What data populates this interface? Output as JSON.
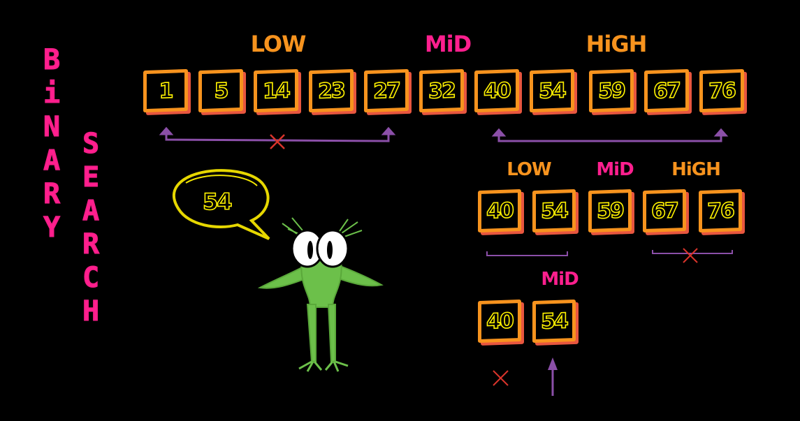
{
  "title": {
    "word1": [
      "B",
      "i",
      "N",
      "A",
      "R",
      "Y"
    ],
    "word2": [
      "S",
      "E",
      "A",
      "R",
      "C",
      "H"
    ]
  },
  "row1": {
    "values": [
      "1",
      "5",
      "14",
      "23",
      "27",
      "32",
      "40",
      "54",
      "59",
      "67",
      "76"
    ],
    "low_label": "LOW",
    "mid_label": "MiD",
    "high_label": "HiGH"
  },
  "row2": {
    "values": [
      "40",
      "54",
      "59",
      "67",
      "76"
    ],
    "low_label": "LOW",
    "mid_label": "MiD",
    "high_label": "HiGH"
  },
  "row3": {
    "values": [
      "40",
      "54"
    ],
    "mid_label": "MiD"
  },
  "bubble": {
    "value": "54"
  },
  "colors": {
    "pink": "#ff1f8e",
    "orange": "#f7931e",
    "yellow": "#fff200",
    "purple": "#8b4fa8",
    "green": "#6cc04a",
    "red": "#d9342b"
  }
}
